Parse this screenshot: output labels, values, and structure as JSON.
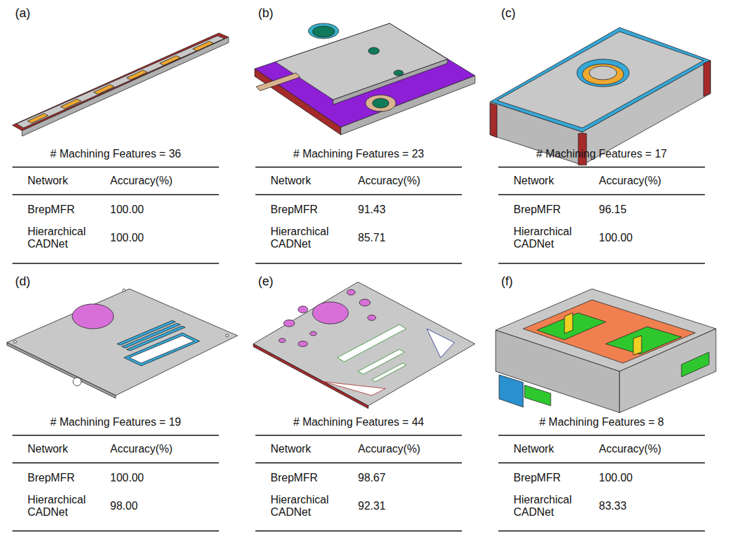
{
  "diagram": {
    "labels": [
      "(a)",
      "# Machining Features = 36",
      "Network",
      "Accuracy(%)",
      "BrepMFR",
      "100.00",
      "Hierarchical CADNet",
      "100.00",
      "(b)",
      "# Machining Features = 23",
      "Network",
      "Accuracy(%)",
      "BrepMFR",
      "91.43",
      "Hierarchical CADNet",
      "85.71",
      "(c)",
      "# Machining Features = 17",
      "Network",
      "Accuracy(%)",
      "BrepMFR",
      "96.15",
      "Hierarchical CADNet",
      "100.00",
      "(d)",
      "# Machining Features = 19",
      "Network",
      "Accuracy(%)",
      "BrepMFR",
      "100.00",
      "Hierarchical CADNet",
      "98.00",
      "(e)",
      "# Machining Features = 44",
      "Network",
      "Accuracy(%)",
      "BrepMFR",
      "98.67",
      "Hierarchical CADNet",
      "92.31",
      "(f)",
      "# Machining Features = 8",
      "Network",
      "Accuracy(%)",
      "BrepMFR",
      "100.00",
      "Hierarchical CADNet",
      "83.33"
    ]
  }
}
